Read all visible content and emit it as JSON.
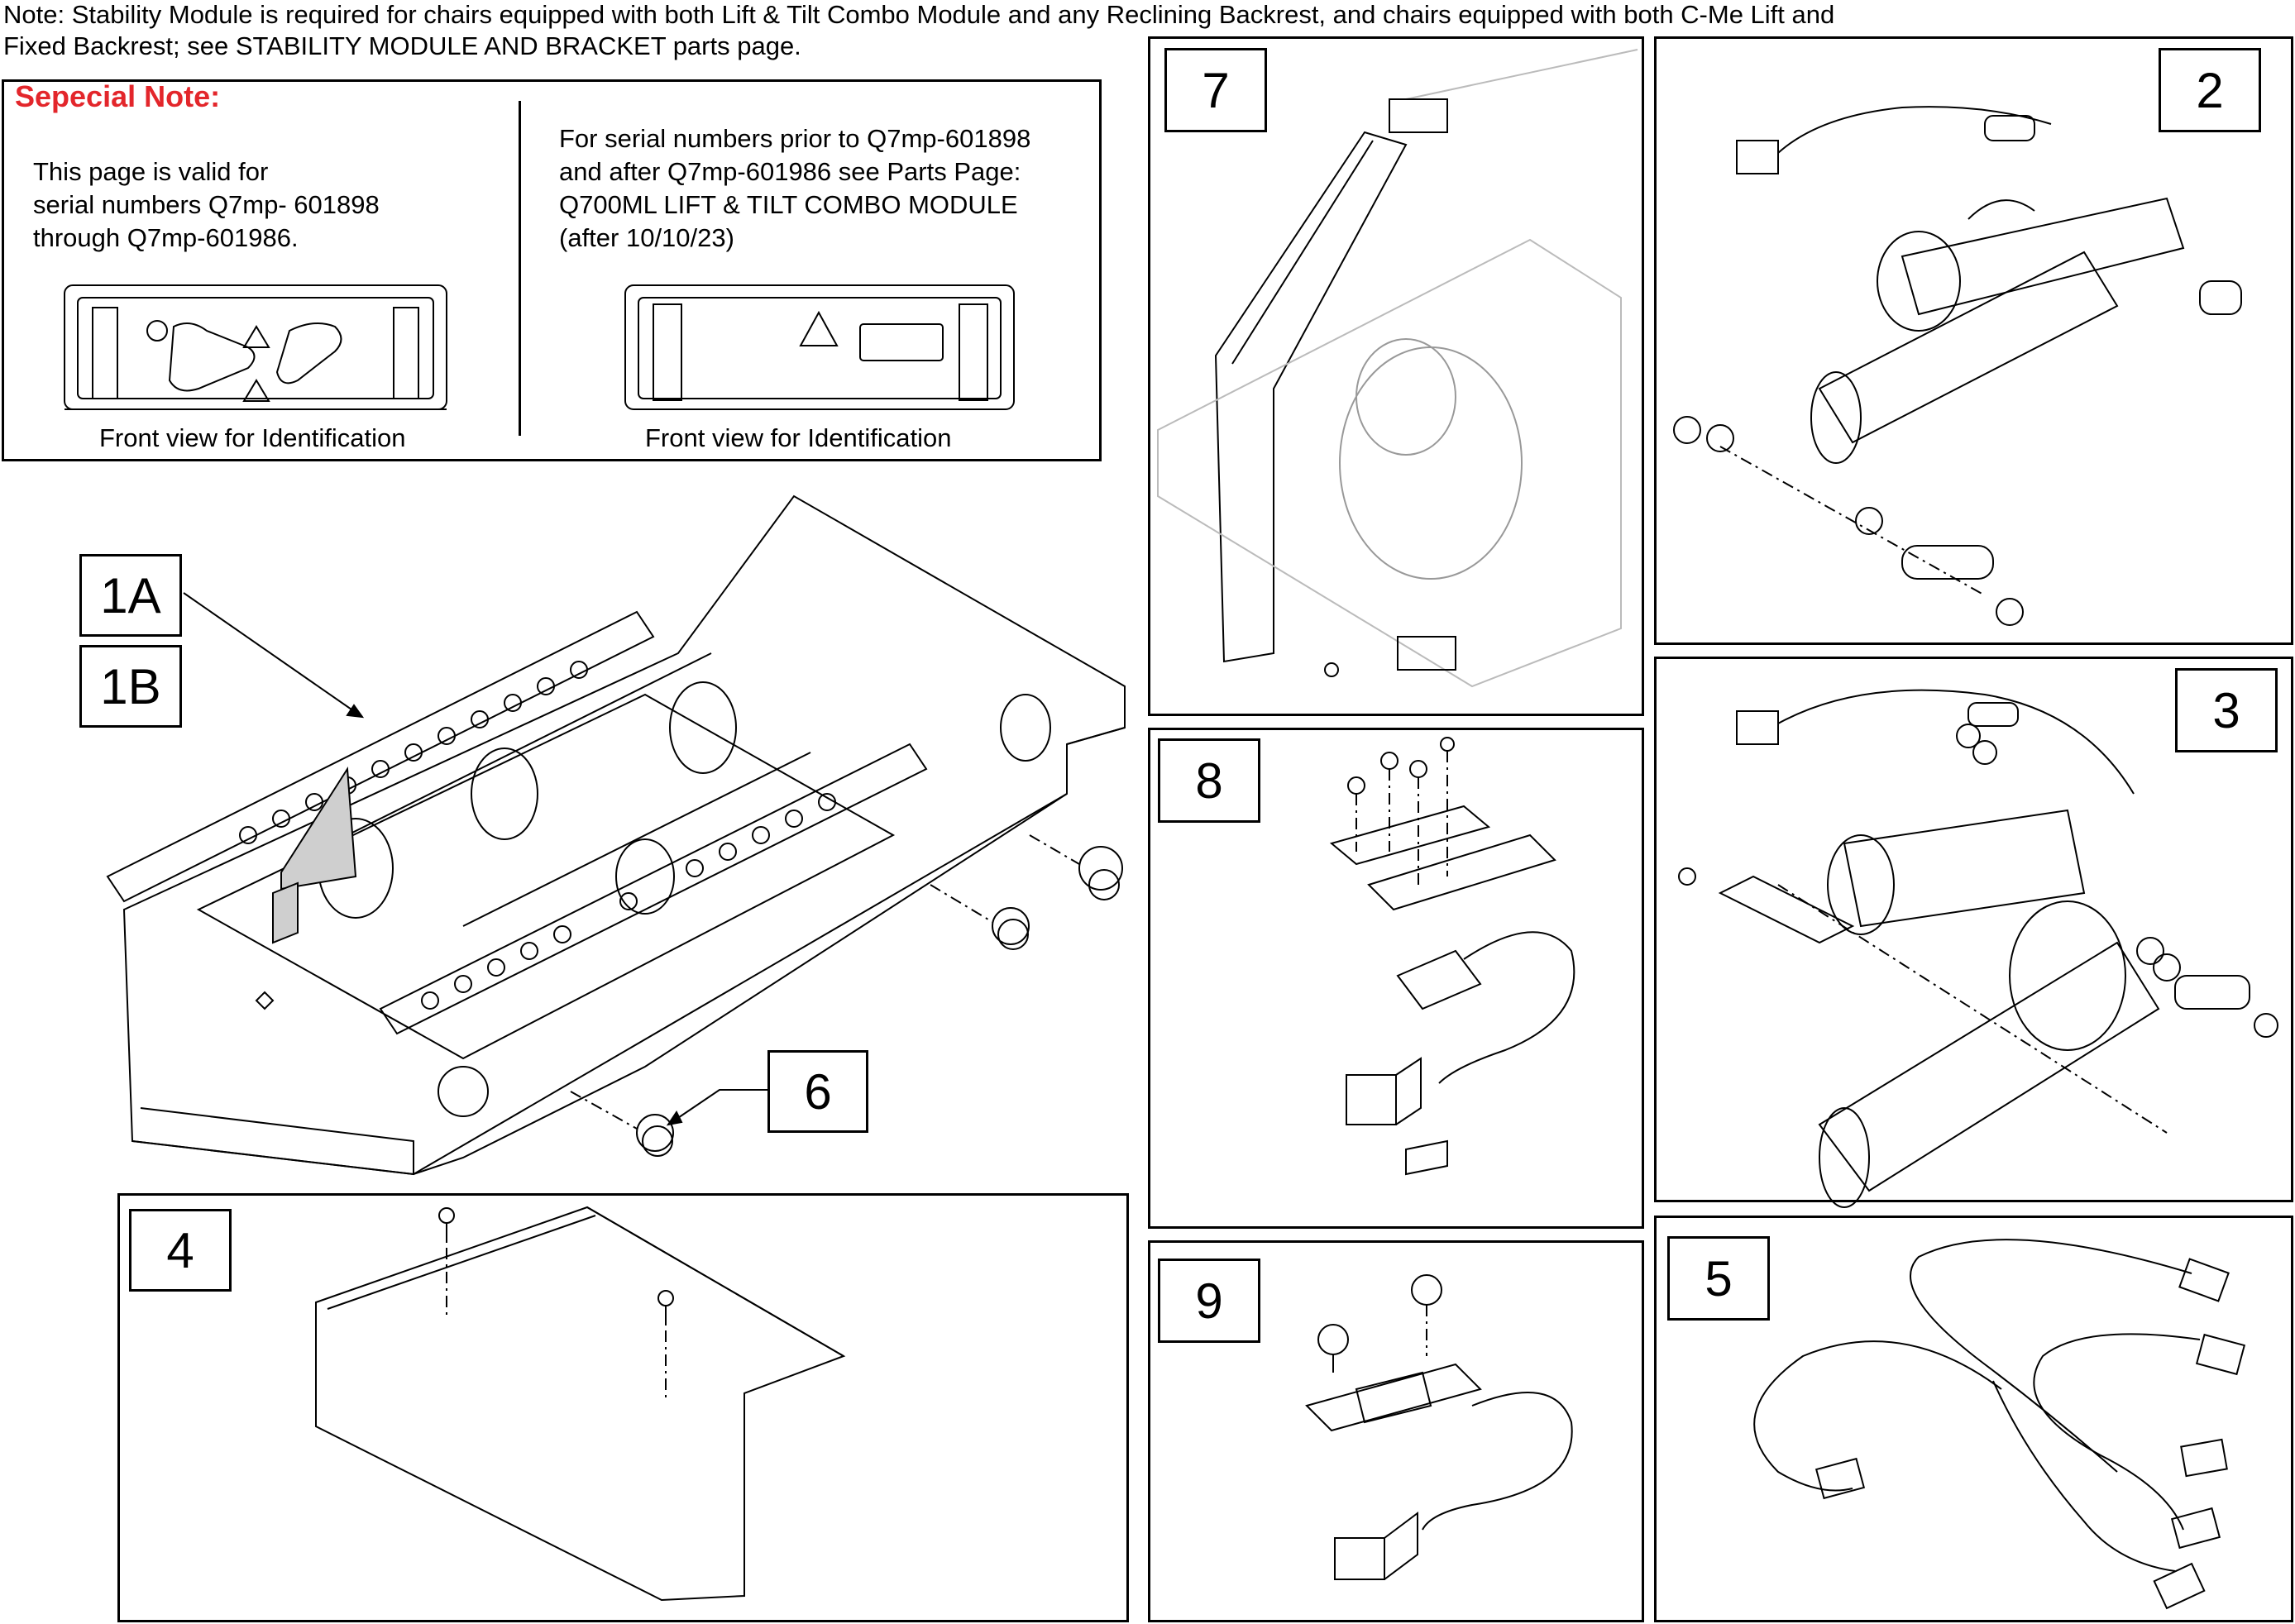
{
  "note": {
    "line1": "Note: Stability Module is required for chairs equipped with both Lift & Tilt Combo Module and any Reclining Backrest, and chairs equipped with both C-Me Lift and",
    "line2": " Fixed Backrest; see STABILITY MODULE AND BRACKET parts page."
  },
  "special_note": {
    "title": "Sepecial Note:",
    "left": {
      "line1": "This page is valid for",
      "line2": "serial numbers Q7mp- 601898",
      "line3": "through Q7mp-601986.",
      "caption": "Front view for Identification"
    },
    "right": {
      "line1": "For serial numbers prior to Q7mp-601898",
      "line2": "and after Q7mp-601986 see Parts Page:",
      "line3": "Q700ML LIFT & TILT COMBO MODULE",
      "line4": "(after 10/10/23)",
      "caption": "Front view for Identification"
    }
  },
  "callouts": {
    "c1A": "1A",
    "c1B": "1B",
    "c2": "2",
    "c3": "3",
    "c4": "4",
    "c5": "5",
    "c6": "6",
    "c7": "7",
    "c8": "8",
    "c9": "9"
  },
  "colors": {
    "special_title": "#e3262b",
    "line": "#000000",
    "shade": "#cfcfcf"
  }
}
